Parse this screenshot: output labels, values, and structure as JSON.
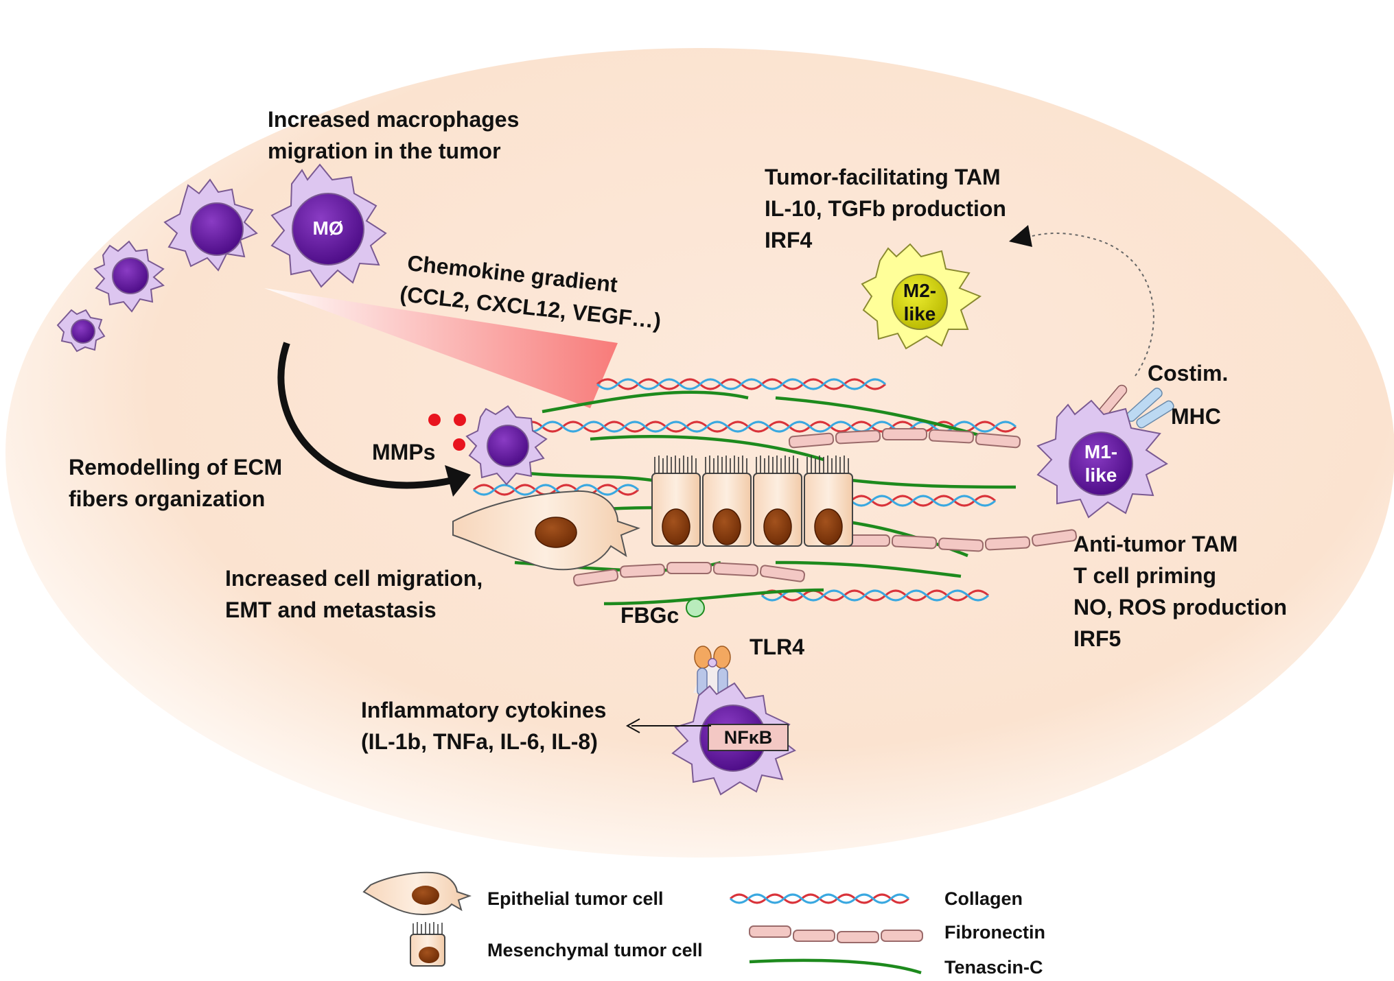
{
  "labels": {
    "macrophage_migration": [
      "Increased macrophages",
      "migration in the tumor"
    ],
    "chemokine": [
      "Chemokine gradient",
      "(CCL2, CXCL12, VEGF…)"
    ],
    "remodelling": [
      "Remodelling of ECM",
      "fibers organization"
    ],
    "mmps": "MMPs",
    "cell_migration": [
      "Increased cell migration,",
      "EMT and metastasis"
    ],
    "fbgc": "FBGc",
    "tlr4": "TLR4",
    "inflammatory": [
      "Inflammatory cytokines",
      "(IL-1b, TNFa, IL-6, IL-8)"
    ],
    "tumor_facilitating": [
      "Tumor-facilitating TAM",
      "IL-10, TGFb production",
      "IRF4"
    ],
    "costim": "Costim.",
    "mhc": "MHC",
    "anti_tumor": [
      "Anti-tumor TAM",
      "T cell priming",
      "NO, ROS production",
      "IRF5"
    ]
  },
  "cells": {
    "macrophage": "MØ",
    "m2": [
      "M2-",
      "like"
    ],
    "m1": [
      "M1-",
      "like"
    ],
    "nfkb": "NFκB"
  },
  "legend": {
    "epithelial": "Epithelial tumor cell",
    "mesenchymal": "Mesenchymal tumor cell",
    "collagen": "Collagen",
    "fibronectin": "Fibronectin",
    "tenascin": "Tenascin-C"
  },
  "colors": {
    "macrophage_body": "#ddc6f0",
    "macrophage_nucleus": "#5a0f96",
    "m2_body": "#ffff99",
    "m2_nucleus": "#d6d60a",
    "collagen_red": "#d9333a",
    "collagen_blue": "#3aa8e0",
    "fibronectin": "#f3c8c4",
    "tenascin": "#1d8a1d",
    "tumor_nucleus": "#8a3a0f",
    "mmp_dots": "#e8141e"
  }
}
